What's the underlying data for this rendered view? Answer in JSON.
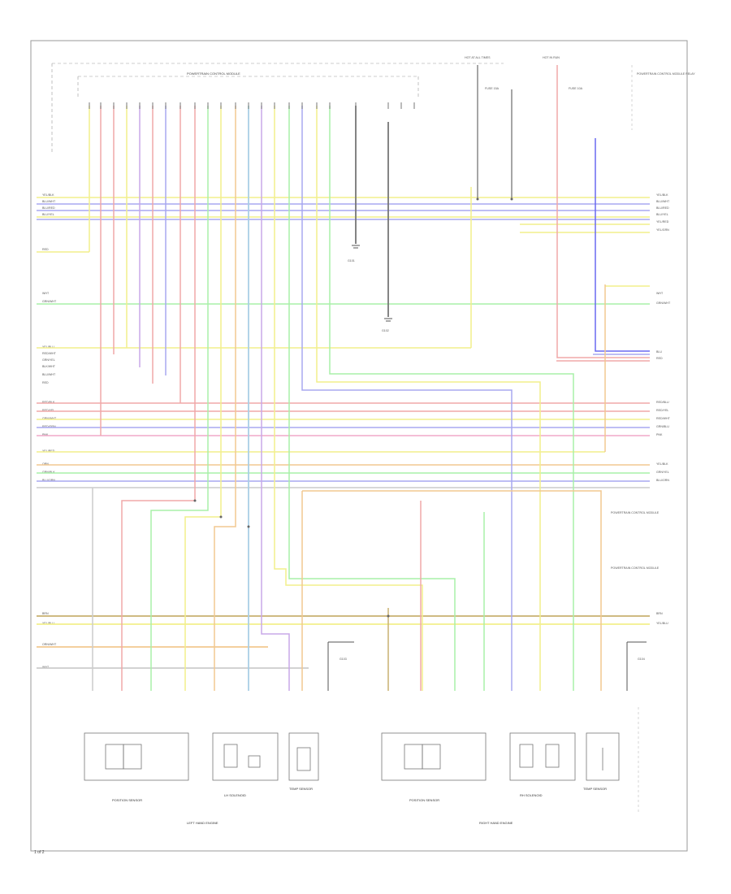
{
  "diagram": {
    "footer_code": "1 of 2",
    "module_title": "POWERTRAIN CONTROL MODULE",
    "junction_left": "HOT AT ALL TIMES",
    "junction_right": "HOT IN RUN",
    "fuse_a": "FUSE 15A",
    "fuse_b": "FUSE 10A",
    "relay_note": "POWERTRAIN CONTROL MODULE RELAY",
    "ground_a": "G101",
    "ground_b": "G102",
    "ground_c": "G103",
    "ground_d": "G104",
    "left_rows": [
      "YEL/BLK",
      "BLU/WHT",
      "BLU/RED",
      "BLU/YEL",
      "RED",
      "WHT",
      "GRN/WHT",
      "YEL/BLU",
      "RED/WHT",
      "GRN/YEL",
      "BLK/WHT",
      "BLU/WHT",
      "RED",
      "RED/BLK",
      "RED/YEL",
      "GRN/WHT",
      "RED/GRN",
      "PNK",
      "YEL/RED",
      "ORN",
      "GRN/BLK",
      "BLU/ORN",
      "BRN",
      "YEL/BLU",
      "ORN/WHT",
      "WHT"
    ],
    "right_rows": [
      "YEL/BLK",
      "BLU/WHT",
      "BLU/RED",
      "BLU/YEL",
      "YEL/RED",
      "YEL/GRN",
      "WHT",
      "GRN/WHT",
      "BLU",
      "RED",
      "RED/BLU",
      "RED/YEL",
      "RED/WHT",
      "GRN/BLU",
      "PNK",
      "YEL/BLK",
      "GRN/YEL",
      "BLU/ORN",
      "BRN",
      "YEL/BLU"
    ],
    "side_notes": [
      "POWERTRAIN CONTROL MODULE",
      "POWERTRAIN CONTROL MODULE"
    ],
    "components": {
      "left_position_sensor": "POSITION SENSOR",
      "left_solenoids": "LH SOLENOID",
      "left_temp_sensor": "TEMP SENSOR",
      "left_group": "LEFT HAND ENGINE",
      "right_position_sensor": "POSITION SENSOR",
      "right_solenoids": "RH SOLENOID",
      "right_temp_sensor": "TEMP SENSOR",
      "right_group": "RIGHT HAND ENGINE"
    }
  }
}
